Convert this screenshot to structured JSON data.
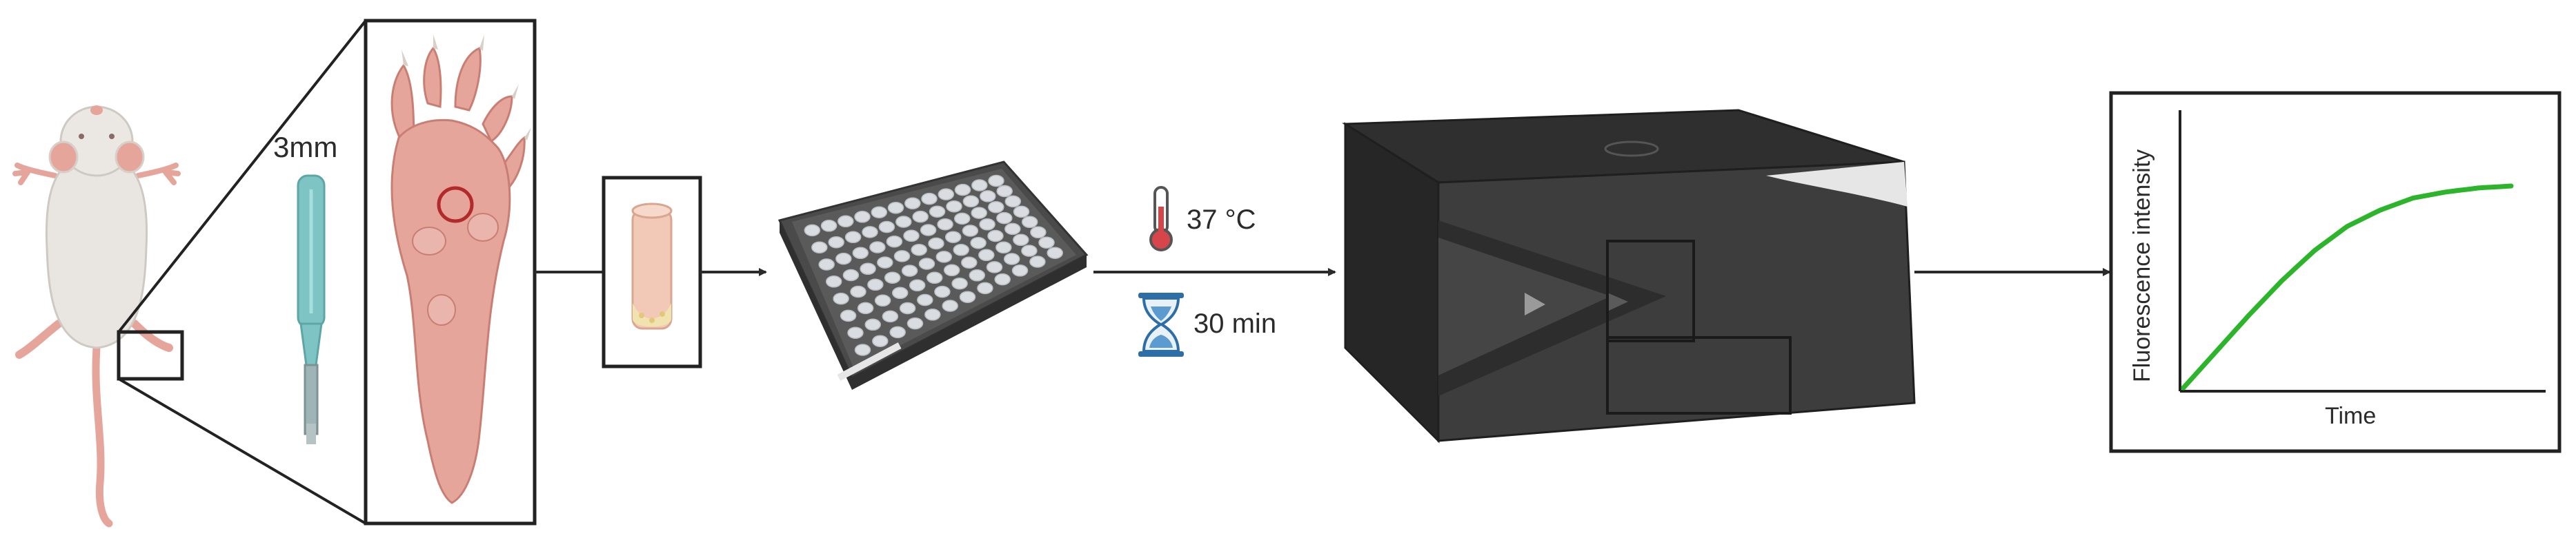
{
  "labels": {
    "punch_size": "3mm",
    "temperature": "37 °C",
    "incubation_time": "30 min"
  },
  "plot": {
    "xlabel": "Time",
    "ylabel": "Fluorescence intensity"
  },
  "chart_data": {
    "type": "line",
    "xlabel": "Time",
    "ylabel": "Fluorescence intensity",
    "grid": false,
    "series": [
      {
        "x": [
          0,
          0.1,
          0.2,
          0.3,
          0.4,
          0.5,
          0.6,
          0.7,
          0.8,
          0.9,
          1.0
        ],
        "y": [
          0,
          0.18,
          0.36,
          0.53,
          0.68,
          0.8,
          0.88,
          0.94,
          0.97,
          0.99,
          1.0
        ]
      }
    ]
  },
  "colors": {
    "outline": "#222222",
    "arrow": "#2b2b2b",
    "mouse_body": "#e9e5e1",
    "paw": "#e5a59b",
    "punch_tool": "#7fc4c4",
    "thermometer": "#d6454a",
    "hourglass": "#2e6ea6",
    "reader_body": "#3a3a3a",
    "curve": "#2cb52a"
  },
  "icons": [
    "mouse-icon",
    "biopsy-punch-icon",
    "paw-icon",
    "tissue-sample-icon",
    "well-plate-icon",
    "thermometer-icon",
    "hourglass-icon",
    "plate-reader-icon"
  ]
}
